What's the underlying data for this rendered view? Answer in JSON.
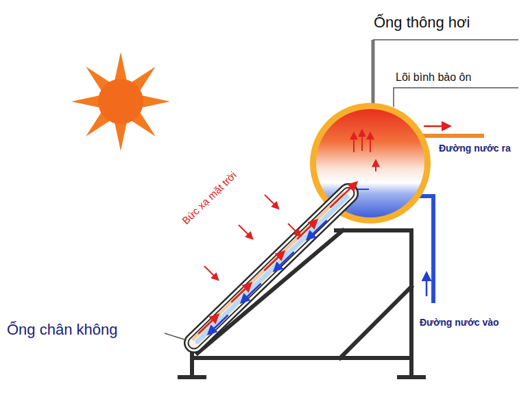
{
  "diagram": {
    "labels": [
      "Ống thông hơi",
      "Lõi bình bảo ôn",
      "Đường nước ra",
      "Bức xạ mặt trời",
      "Đường nước vào",
      "Ống chân không"
    ]
  }
}
